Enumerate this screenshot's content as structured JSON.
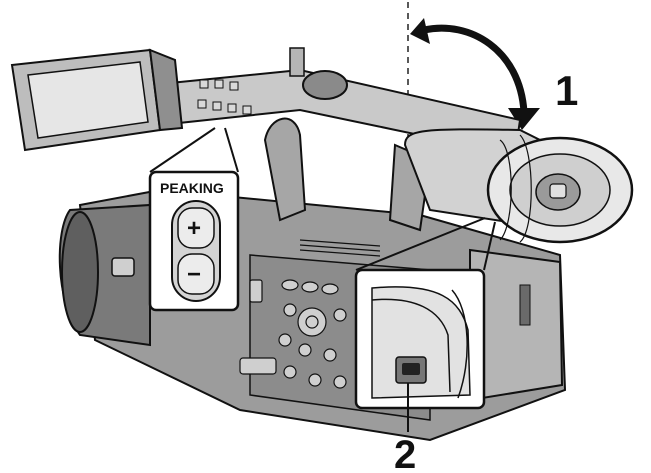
{
  "callouts": {
    "step1": "1",
    "step2": "2"
  },
  "peaking_panel": {
    "label": "PEAKING",
    "plus": "+",
    "minus": "−"
  },
  "colors": {
    "line": "#111111",
    "body_light": "#d9d9d9",
    "body_mid": "#a6a6a6",
    "body_dark": "#5f5f5f",
    "background": "#ffffff"
  }
}
